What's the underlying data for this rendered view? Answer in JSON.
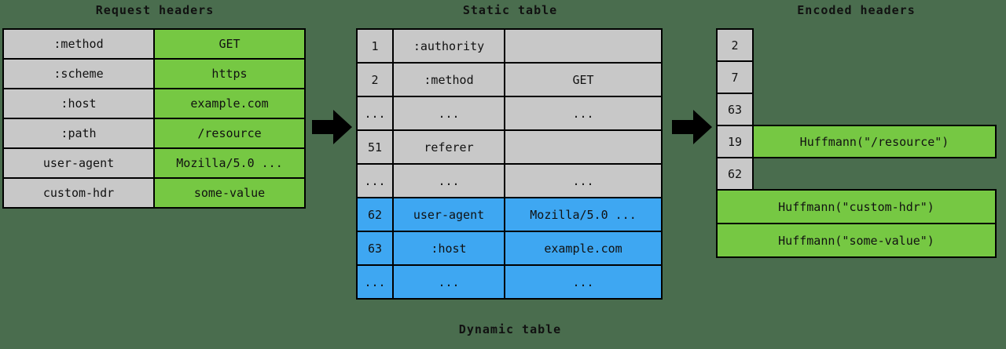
{
  "colors": {
    "background": "#4a6d4e",
    "gray": "#c8c8c8",
    "green": "#76c843",
    "blue": "#3ea7f2",
    "outline": "#000000"
  },
  "titles": {
    "request_headers": "Request headers",
    "static_table": "Static table",
    "dynamic_table": "Dynamic table",
    "encoded_headers": "Encoded headers"
  },
  "request_headers": {
    "rows": [
      {
        "name": ":method",
        "value": "GET"
      },
      {
        "name": ":scheme",
        "value": "https"
      },
      {
        "name": ":host",
        "value": "example.com"
      },
      {
        "name": ":path",
        "value": "/resource"
      },
      {
        "name": "user-agent",
        "value": "Mozilla/5.0 ..."
      },
      {
        "name": "custom-hdr",
        "value": "some-value"
      }
    ]
  },
  "index_table": {
    "rows": [
      {
        "index": "1",
        "name": ":authority",
        "value": "",
        "section": "static"
      },
      {
        "index": "2",
        "name": ":method",
        "value": "GET",
        "section": "static"
      },
      {
        "index": "...",
        "name": "...",
        "value": "...",
        "section": "static"
      },
      {
        "index": "51",
        "name": "referer",
        "value": "",
        "section": "static"
      },
      {
        "index": "...",
        "name": "...",
        "value": "...",
        "section": "static"
      },
      {
        "index": "62",
        "name": "user-agent",
        "value": "Mozilla/5.0 ...",
        "section": "dynamic"
      },
      {
        "index": "63",
        "name": ":host",
        "value": "example.com",
        "section": "dynamic"
      },
      {
        "index": "...",
        "name": "...",
        "value": "...",
        "section": "dynamic"
      }
    ]
  },
  "encoded_headers": {
    "rows": [
      {
        "index": "2",
        "payload": ""
      },
      {
        "index": "7",
        "payload": ""
      },
      {
        "index": "63",
        "payload": ""
      },
      {
        "index": "19",
        "payload": "Huffmann(\"/resource\")"
      },
      {
        "index": "62",
        "payload": ""
      }
    ],
    "literals": [
      "Huffmann(\"custom-hdr\")",
      "Huffmann(\"some-value\")"
    ]
  },
  "arrows": {
    "left_to_middle": "arrow-right",
    "middle_to_right": "arrow-right"
  }
}
